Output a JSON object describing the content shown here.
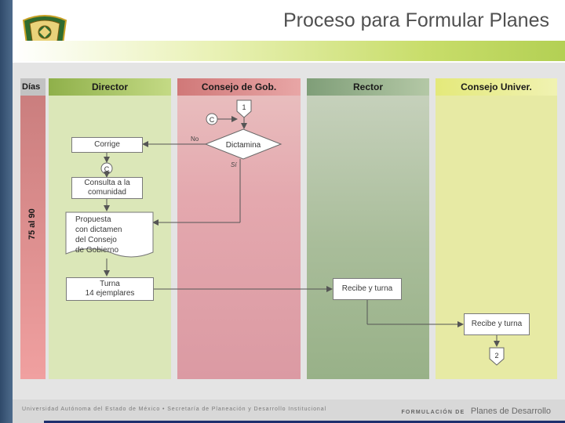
{
  "header": {
    "title": "Proceso para Formular Planes"
  },
  "diagram": {
    "lanes": {
      "dias": "Días",
      "director": "Director",
      "consejo_gob": "Consejo de Gob.",
      "rector": "Rector",
      "consejo_univ": "Consejo Univer."
    },
    "days_range": "75 al 90",
    "connector_in": "1",
    "connector_out": "2",
    "connector_c1": "C",
    "connector_c2": "C",
    "decision": "Dictamina",
    "label_no": "No",
    "label_si": "Sí",
    "corrige": "Corrige",
    "consulta_line1": "Consulta a la",
    "consulta_line2": "comunidad",
    "propuesta_line1": "Propuesta",
    "propuesta_line2": "con dictamen",
    "propuesta_line3": "del Consejo",
    "propuesta_line4": "de Gobierno",
    "turna_line1": "Turna",
    "turna_line2": "14 ejemplares",
    "rector_recibe": "Recibe y turna",
    "univ_recibe": "Recibe y turna"
  },
  "footer": {
    "left_text": "Universidad Autónoma del Estado de México • Secretaría de Planeación y Desarrollo Institucional",
    "right_small": "FORMULACIÓN DE",
    "right_big": "Planes de Desarrollo"
  }
}
